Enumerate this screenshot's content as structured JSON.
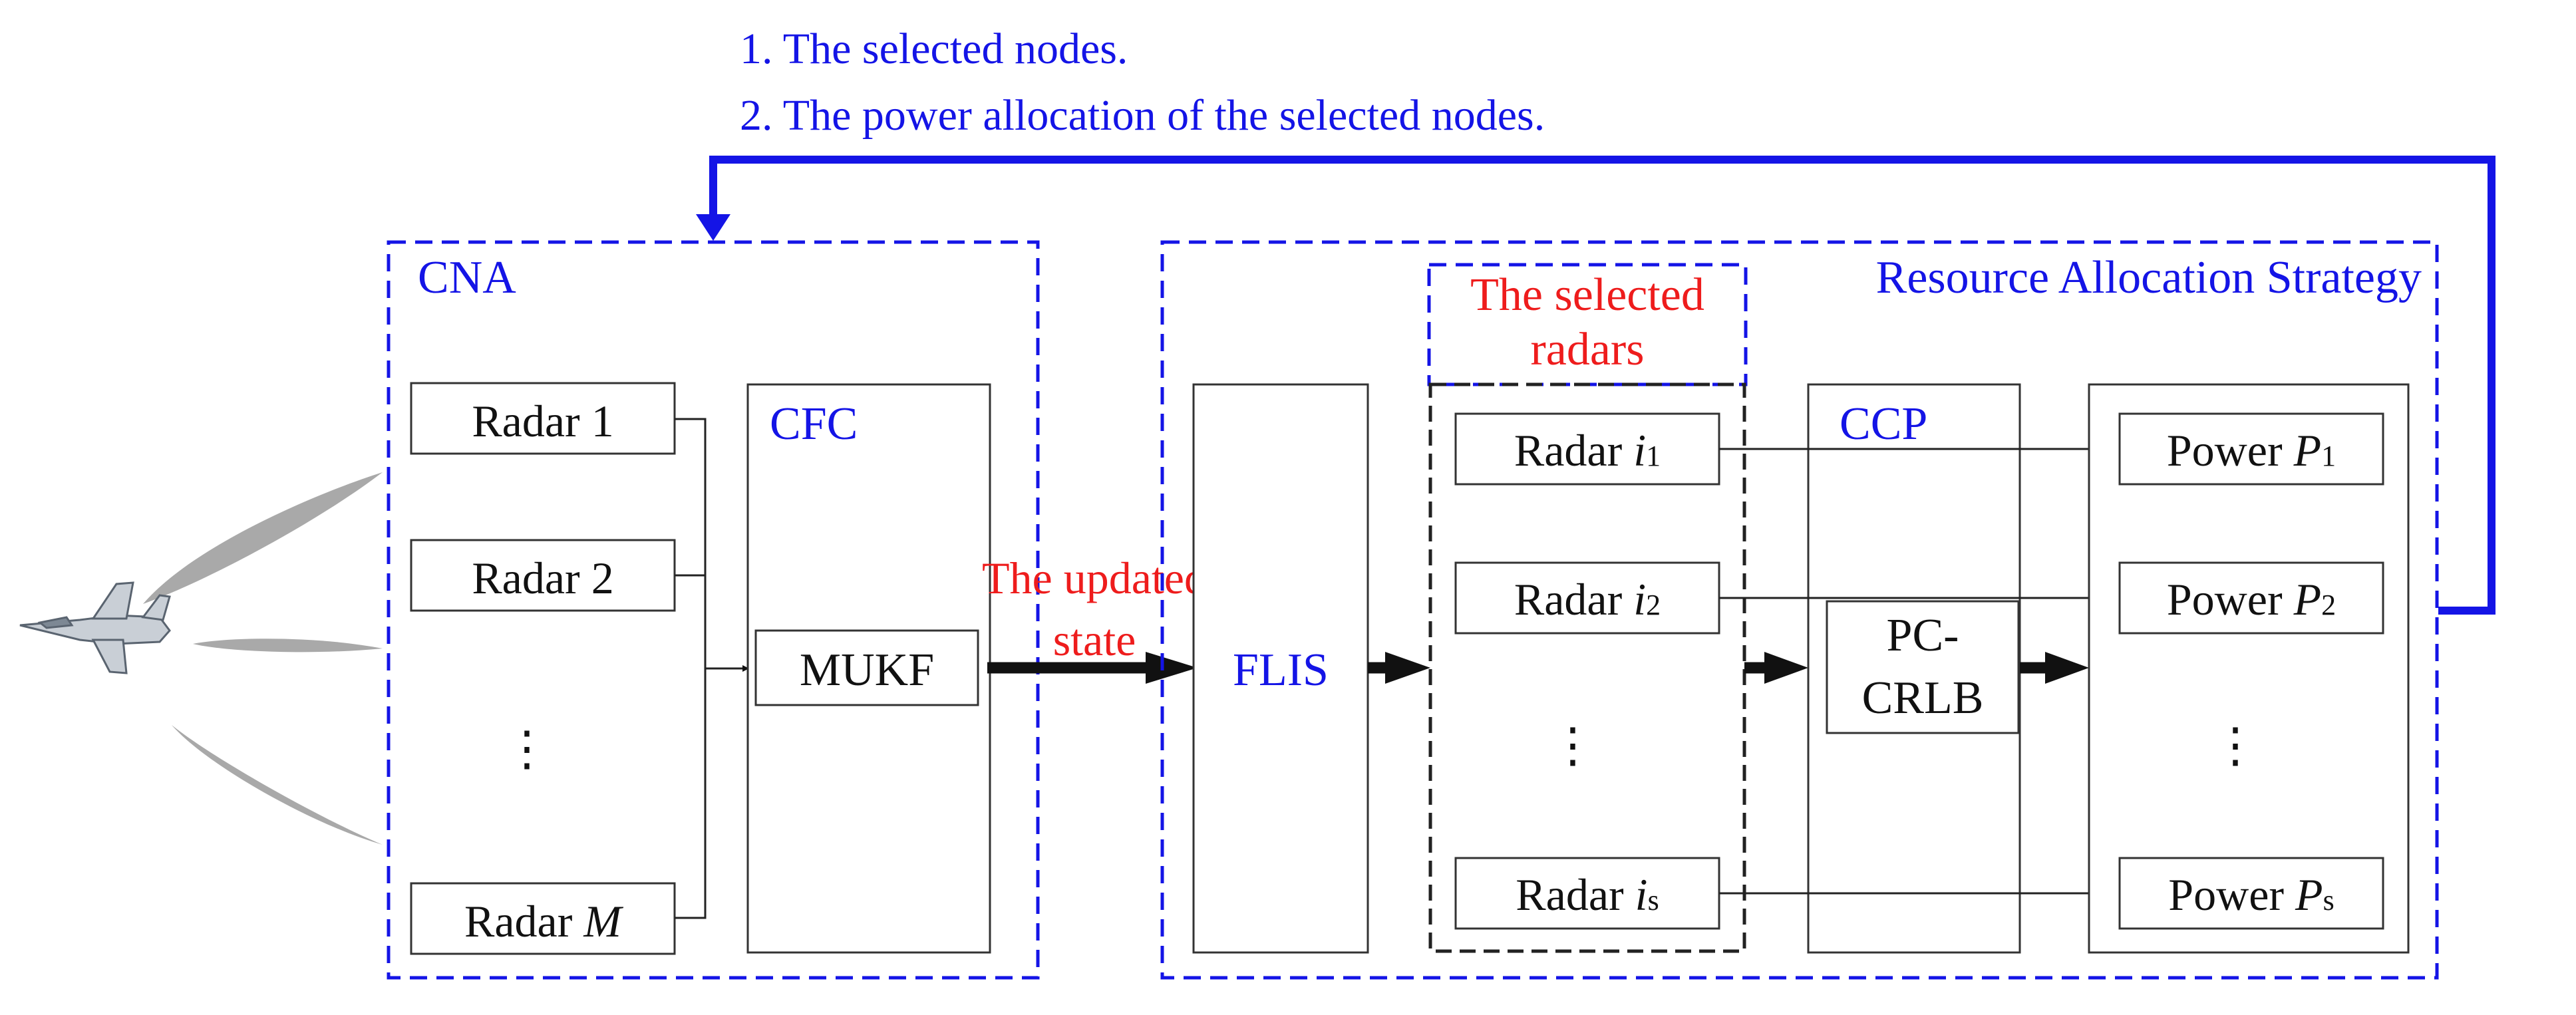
{
  "colors": {
    "blue": "#1414e6",
    "red": "#ee1c1c",
    "black": "#111111",
    "box_stroke": "#333333",
    "dashed_black": "#222222",
    "plume": "#9a9a9a"
  },
  "feedback": {
    "line1": "1. The selected nodes.",
    "line2": "2. The power allocation of the selected nodes."
  },
  "cna": {
    "title": "CNA",
    "radars": [
      {
        "prefix": "Radar ",
        "italic": "",
        "sub": "",
        "plain": "1"
      },
      {
        "prefix": "Radar ",
        "italic": "",
        "sub": "",
        "plain": "2"
      },
      {
        "prefix": "",
        "italic": "",
        "sub": "",
        "plain": "⋮"
      },
      {
        "prefix": "Radar ",
        "italic": "M",
        "sub": "",
        "plain": ""
      }
    ],
    "cfc_label": "CFC",
    "mukf_label": "MUKF"
  },
  "middle": {
    "updated_line1": "The updated",
    "updated_line2": "state",
    "flis_label": "FLIS"
  },
  "ras": {
    "title": "Resource Allocation Strategy",
    "selected_line1": "The selected",
    "selected_line2": "radars",
    "selected_radars": [
      {
        "prefix": "Radar ",
        "italic": "i",
        "sub": "1",
        "plain": ""
      },
      {
        "prefix": "Radar ",
        "italic": "i",
        "sub": "2",
        "plain": ""
      },
      {
        "prefix": "",
        "italic": "",
        "sub": "",
        "plain": "⋮"
      },
      {
        "prefix": "Radar ",
        "italic": "i",
        "sub": "s",
        "plain": ""
      }
    ],
    "ccp_label": "CCP",
    "pcrlb_line1": "PC-",
    "pcrlb_line2": "CRLB",
    "powers": [
      {
        "prefix": "Power ",
        "italic": "P",
        "sub": "1",
        "plain": ""
      },
      {
        "prefix": "Power ",
        "italic": "P",
        "sub": "2",
        "plain": ""
      },
      {
        "prefix": "",
        "italic": "",
        "sub": "",
        "plain": "⋮"
      },
      {
        "prefix": "Power ",
        "italic": "P",
        "sub": "s",
        "plain": ""
      }
    ]
  }
}
